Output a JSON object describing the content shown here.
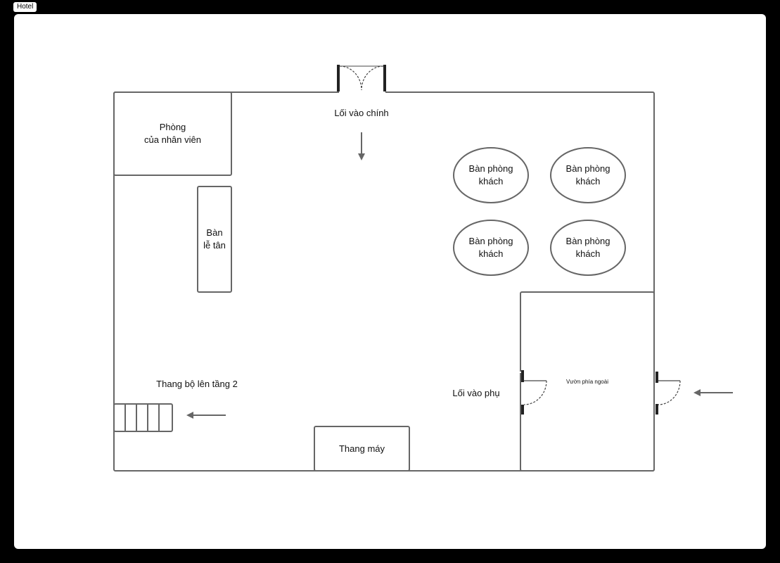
{
  "frame": {
    "label": "Hotel"
  },
  "colors": {
    "background": "#000000",
    "canvas": "#ffffff",
    "stroke": "#666666",
    "door_leaf": "#222222",
    "text": "#111111"
  },
  "plan": {
    "staff_room": "Phòng\ncủa nhân viên",
    "reception_desk": "Bàn\nlễ tân",
    "main_entrance": "Lối vào chính",
    "side_entrance": "Lối vào phụ",
    "stairs": "Thang bộ lên tầng 2",
    "elevator": "Thang máy",
    "garden": "Vườn phía ngoài",
    "lounge_tables": [
      {
        "label": "Bàn phòng\nkhách"
      },
      {
        "label": "Bàn phòng\nkhách"
      },
      {
        "label": "Bàn phòng\nkhách"
      },
      {
        "label": "Bàn phòng\nkhách"
      }
    ]
  }
}
